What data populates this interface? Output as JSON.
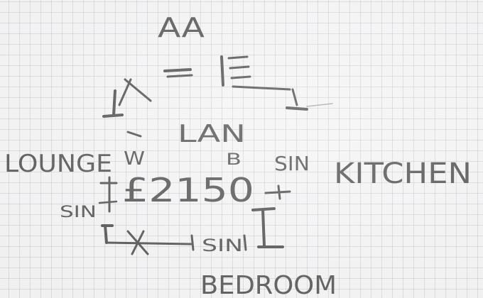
{
  "sketch": {
    "header": "AA",
    "area_label": "LAN",
    "marker_w": "W",
    "marker_b": "B",
    "price": "£2150",
    "room_left": "LOUNGE",
    "room_right": "KITCHEN",
    "room_bottom": "BEDROOM",
    "sin_left": "SIN",
    "sin_right": "SIN",
    "sin_bottom": "SIN"
  },
  "colors": {
    "paper": "#f4f4f4",
    "grid": "#96a0af",
    "pencil": "#4a4a4a"
  }
}
